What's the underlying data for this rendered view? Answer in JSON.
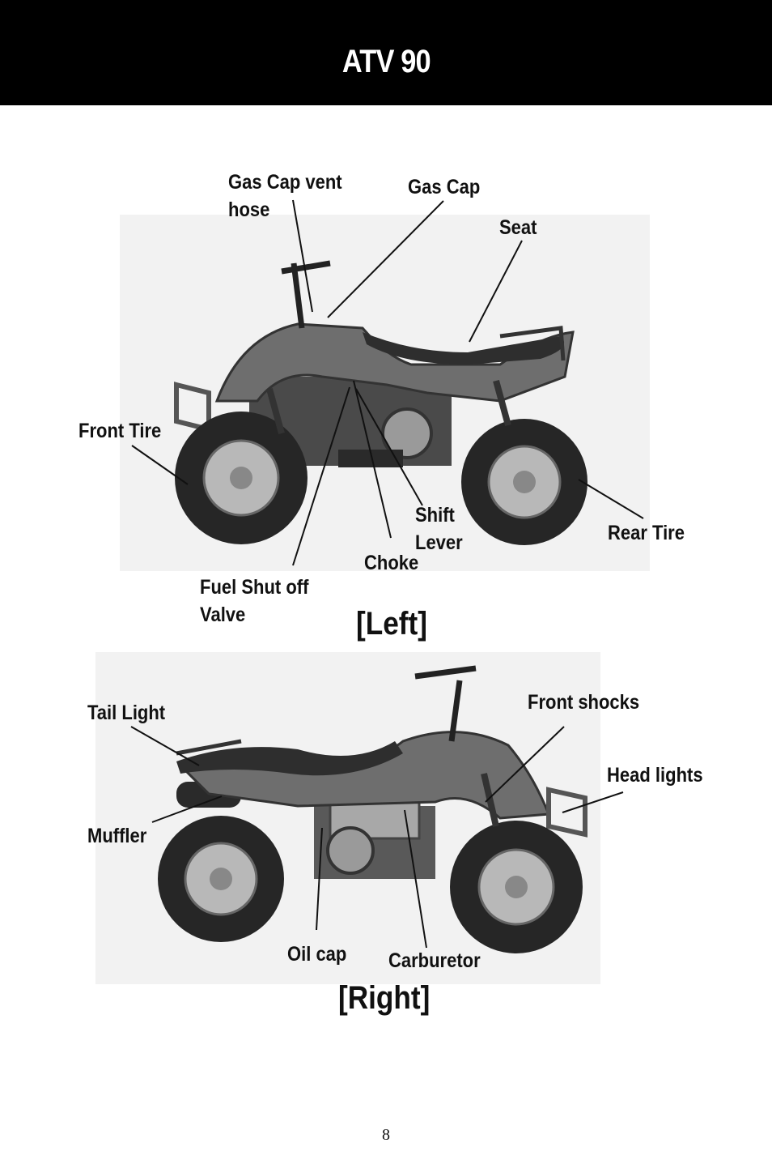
{
  "header": {
    "title": "ATV 90"
  },
  "left_view": {
    "caption": "[Left]",
    "labels": {
      "gas_cap_vent_hose": [
        "Gas Cap vent",
        "hose"
      ],
      "gas_cap": "Gas Cap",
      "seat": "Seat",
      "front_tire": "Front Tire",
      "rear_tire": "Rear Tire",
      "shift_lever": [
        "Shift",
        "Lever"
      ],
      "choke": "Choke",
      "fuel_shut_off_valve": [
        "Fuel Shut off",
        "Valve"
      ]
    }
  },
  "right_view": {
    "caption": "[Right]",
    "labels": {
      "tail_light": "Tail Light",
      "front_shocks": "Front shocks",
      "head_lights": "Head lights",
      "muffler": "Muffler",
      "oil_cap": "Oil cap",
      "carburetor": "Carburetor"
    }
  },
  "footer": {
    "page_number": "8"
  },
  "colors": {
    "header_bg": "#000000",
    "header_text": "#ffffff",
    "photo_bg": "#f2f2f2"
  }
}
